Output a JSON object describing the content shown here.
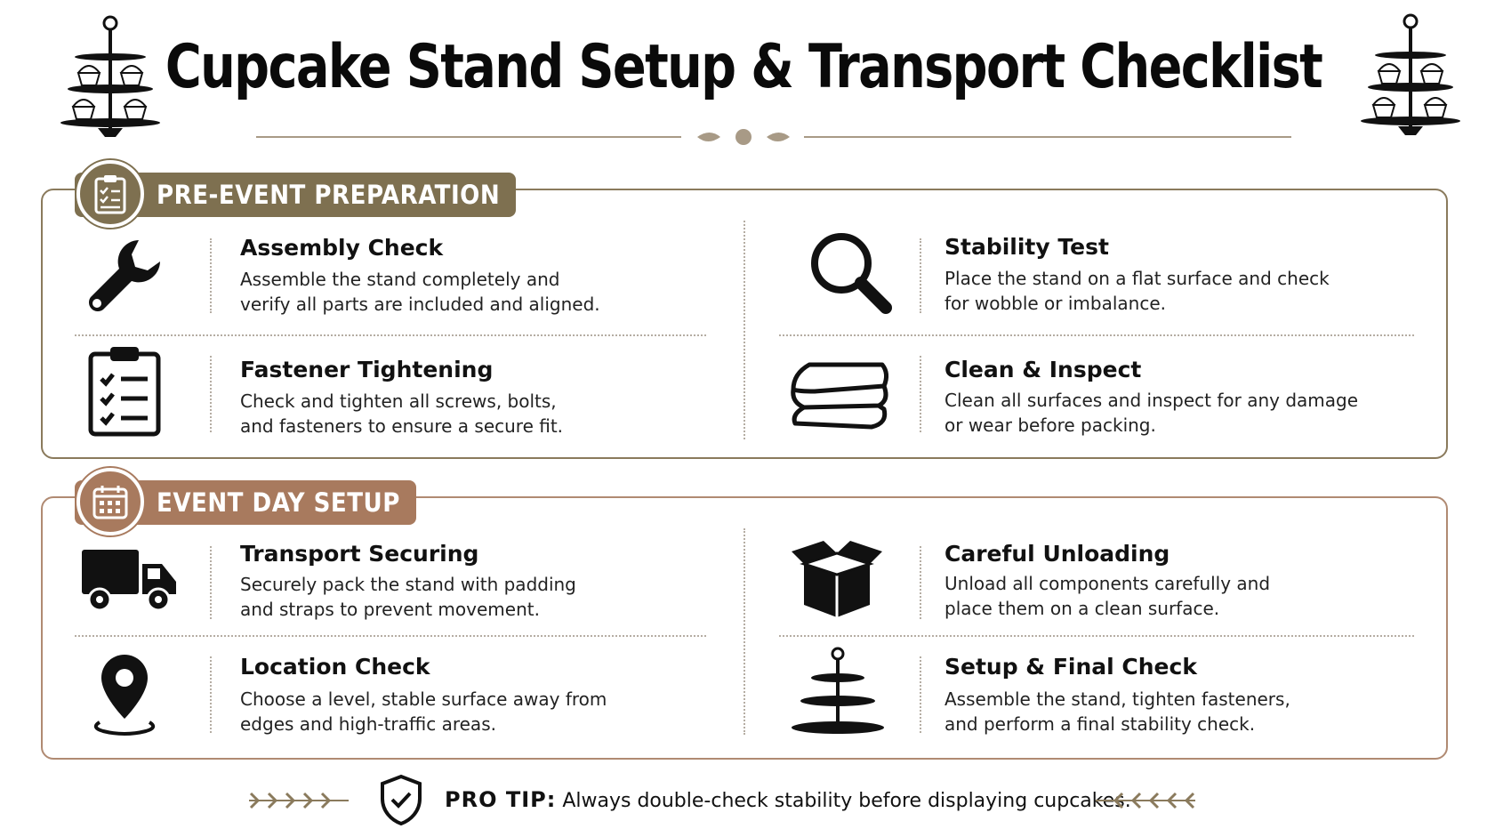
{
  "title": "Cupcake Stand Setup & Transport Checklist",
  "colors": {
    "pre_accent": "#7e7050",
    "event_accent": "#a87a5e",
    "rule": "#a89a86"
  },
  "sections": [
    {
      "heading": "PRE-EVENT PREPARATION",
      "icon": "clipboard-check-icon",
      "items": [
        {
          "icon": "wrench-icon",
          "title": "Assembly Check",
          "desc_1": "Assemble the stand completely and",
          "desc_2": "verify all parts are included and aligned."
        },
        {
          "icon": "magnifier-icon",
          "title": "Stability Test",
          "desc_1": "Place the stand on a flat surface and check",
          "desc_2": "for wobble or imbalance."
        },
        {
          "icon": "checklist-icon",
          "title": "Fastener Tightening",
          "desc_1": "Check and tighten all screws, bolts,",
          "desc_2": "and fasteners to ensure a secure fit."
        },
        {
          "icon": "folded-cloth-icon",
          "title": "Clean & Inspect",
          "desc_1": "Clean all surfaces and inspect for any damage",
          "desc_2": "or wear before packing."
        }
      ]
    },
    {
      "heading": "EVENT DAY SETUP",
      "icon": "calendar-icon",
      "items": [
        {
          "icon": "truck-icon",
          "title": "Transport Securing",
          "desc_1": "Securely pack the stand with padding",
          "desc_2": "and straps to prevent movement."
        },
        {
          "icon": "open-box-icon",
          "title": "Careful Unloading",
          "desc_1": "Unload all components carefully and",
          "desc_2": "place them on a clean surface."
        },
        {
          "icon": "location-pin-icon",
          "title": "Location Check",
          "desc_1": "Choose a level, stable surface away from",
          "desc_2": "edges and high-traffic areas."
        },
        {
          "icon": "tiered-stand-icon",
          "title": "Setup & Final Check",
          "desc_1": "Assemble the stand, tighten fasteners,",
          "desc_2": "and perform a final stability check."
        }
      ]
    }
  ],
  "pro_tip": {
    "label": "PRO TIP:",
    "text": "Always double-check stability before displaying cupcakes."
  }
}
